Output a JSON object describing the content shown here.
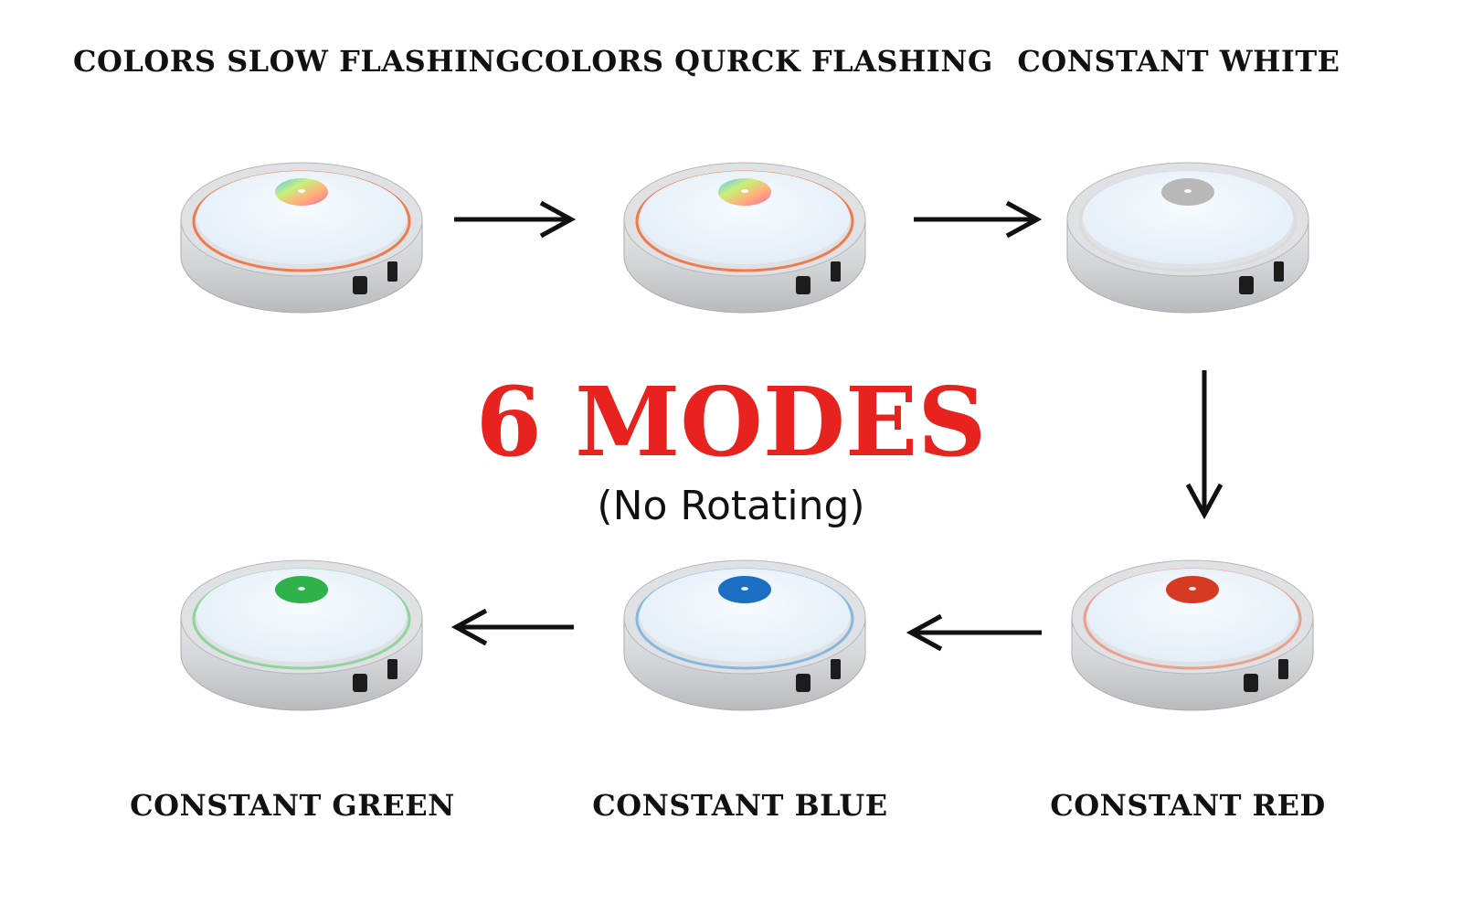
{
  "headline": "6 MODES",
  "subhead": "(No Rotating)",
  "modes": [
    {
      "label": "COLORS SLOW FLASHING",
      "light": "multicolor",
      "glow": "#f07a4c"
    },
    {
      "label": "COLORS QURCK FLASHING",
      "light": "multicolor",
      "glow": "#f07a4c"
    },
    {
      "label": "CONSTANT WHITE",
      "light": "#b8b8b8",
      "glow": "#dadada"
    },
    {
      "label": "CONSTANT RED",
      "light": "#d63a22",
      "glow": "#e8a08c"
    },
    {
      "label": "CONSTANT BLUE",
      "light": "#1a6fc4",
      "glow": "#86b8de"
    },
    {
      "label": "CONSTANT GREEN",
      "light": "#2fb24a",
      "glow": "#8fd49a"
    }
  ],
  "colors": {
    "headline": "#e8231f",
    "base_silver": "#d4d6da",
    "top_white": "#eef5fb",
    "arrow": "#111111"
  }
}
